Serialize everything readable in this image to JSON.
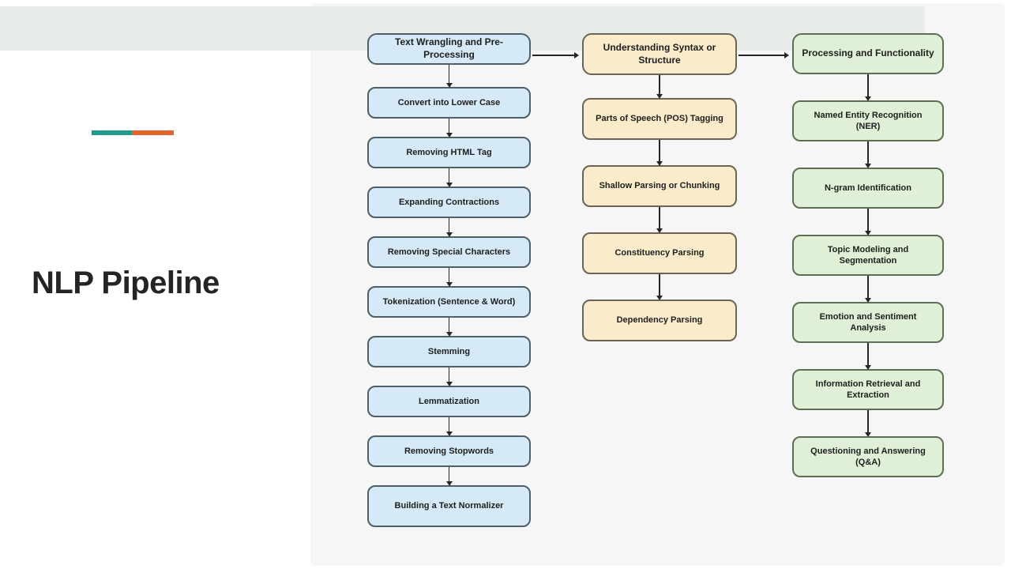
{
  "slide": {
    "title": "NLP Pipeline",
    "accent_teal": "#239a8c",
    "accent_orange": "#e2662a",
    "band_color": "#e8ece9",
    "panel_color": "#f5f6f5",
    "arrow_color": "#262626"
  },
  "diagram": {
    "columns": [
      {
        "id": "text-wrangling",
        "header": "Text Wrangling and Pre-Processing",
        "fill": "#d5eaf6",
        "border": "#4e5f6a",
        "items": [
          "Convert into Lower Case",
          "Removing HTML Tag",
          "Expanding Contractions",
          "Removing Special Characters",
          "Tokenization (Sentence & Word)",
          "Stemming",
          "Lemmatization",
          "Removing Stopwords",
          "Building a Text Normalizer"
        ]
      },
      {
        "id": "syntax-structure",
        "header": "Understanding Syntax or Structure",
        "fill": "#faeccb",
        "border": "#6b6355",
        "items": [
          "Parts of Speech (POS) Tagging",
          "Shallow Parsing or Chunking",
          "Constituency Parsing",
          "Dependency Parsing"
        ]
      },
      {
        "id": "processing-functionality",
        "header": "Processing and Functionality",
        "fill": "#dff0d6",
        "border": "#5d6e55",
        "items": [
          "Named Entity Recognition (NER)",
          "N-gram Identification",
          "Topic Modeling and Segmentation",
          "Emotion and Sentiment Analysis",
          "Information Retrieval and Extraction",
          "Questioning and Answering (Q&A)"
        ]
      }
    ]
  }
}
